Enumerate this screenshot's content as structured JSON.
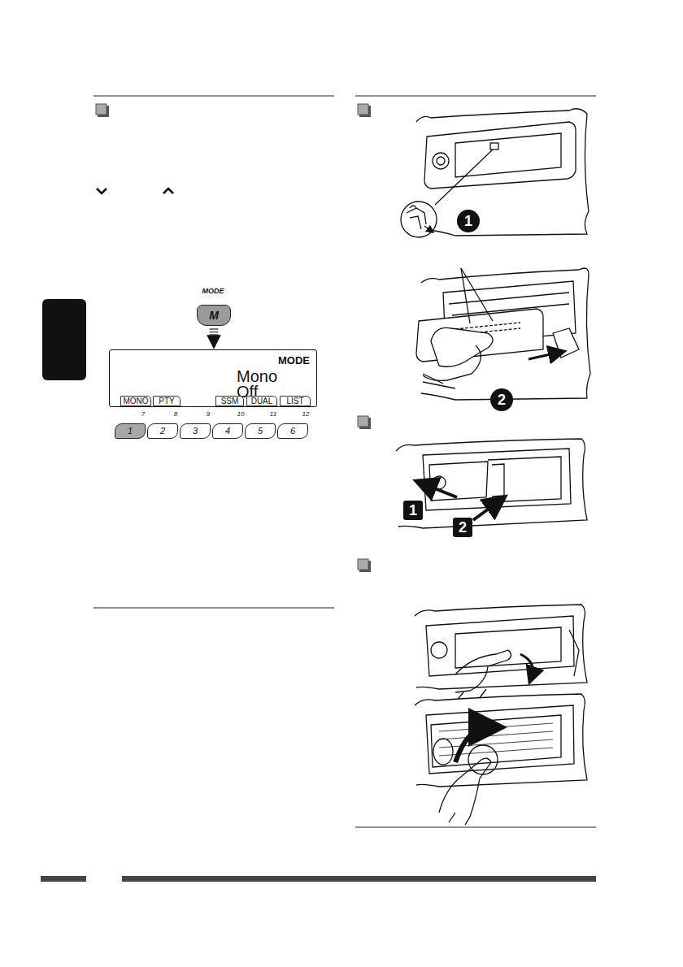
{
  "diagram": {
    "nodes": [
      {
        "text": [
          "M"
        ]
      },
      {
        "text": [
          "MODE",
          "Mono",
          "Off"
        ]
      },
      {
        "text": [
          "MONO"
        ],
        "in": 1
      },
      {
        "text": [
          "PTY"
        ],
        "in": 1
      },
      {
        "text": [
          "SSM"
        ],
        "in": 1
      },
      {
        "text": [
          "DUAL"
        ],
        "in": 1
      },
      {
        "text": [
          "LIST"
        ],
        "in": 1
      },
      {
        "text": [
          "1"
        ]
      },
      {
        "text": [
          "2"
        ]
      },
      {
        "text": [
          "3"
        ]
      },
      {
        "text": [
          "4"
        ]
      },
      {
        "text": [
          "5"
        ]
      },
      {
        "text": [
          "6"
        ]
      }
    ],
    "edges": [
      {
        "from": 0,
        "to": 1,
        "arrow": "to"
      }
    ],
    "labels": [
      "MODE",
      "7",
      "8",
      "9",
      "10",
      "11",
      "12",
      "1",
      "2",
      "1",
      "2"
    ]
  }
}
